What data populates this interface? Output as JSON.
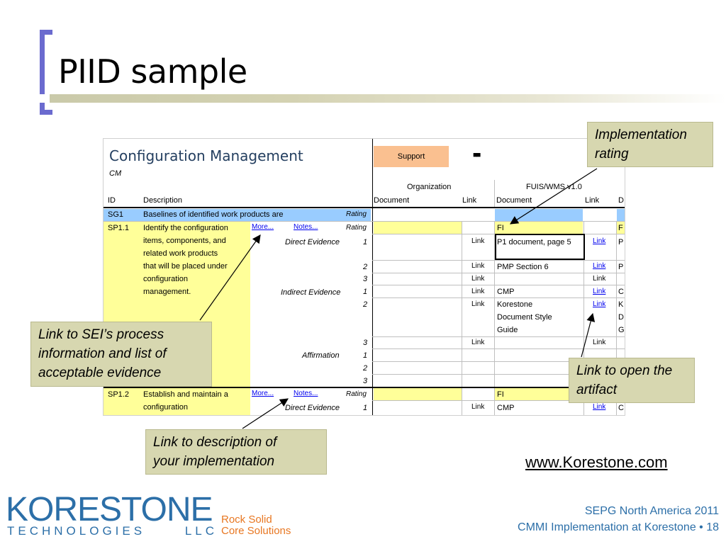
{
  "slide": {
    "title": "PIID sample",
    "url": "www.Korestone.com",
    "footer": {
      "line1": "SEPG North America 2011",
      "line2": "CMMI Implementation at Korestone • 18"
    },
    "logo": {
      "name": "KORESTONE",
      "sub_left": "TECHNOLOGIES",
      "sub_right": "LLC",
      "tagline1": "Rock Solid",
      "tagline2": "Core Solutions"
    }
  },
  "sheet": {
    "title": "Configuration Management",
    "subtitle": "CM",
    "support_label": "Support",
    "squares": "■■",
    "header": {
      "id": "ID",
      "description": "Description",
      "organization": "Organization",
      "project": "FUIS/WMS v1.0",
      "document": "Document",
      "link": "Link",
      "d_col": "D"
    },
    "rows": {
      "sg1_id": "SG1",
      "sg1_desc": "Baselines of identified work products are",
      "rating": "Rating",
      "sp11_id": "SP1.1",
      "sp11_desc": [
        "Identify the configuration",
        "items, components, and",
        "related work products",
        "that will be placed under",
        "configuration",
        "management."
      ],
      "more": "More...",
      "notes": "Notes...",
      "direct_evidence": "Direct Evidence",
      "indirect_evidence": "Indirect Evidence",
      "affirmation": "Affirmation",
      "n1": "1",
      "n2": "2",
      "n3": "3",
      "link": "Link",
      "fi": "FI",
      "f": "F",
      "doc_p1": "P1 document, page 5",
      "doc_pmp": "PMP Section 6",
      "doc_cmp": "CMP",
      "doc_kore": [
        "Korestone",
        "Document Style",
        "Guide"
      ],
      "d_p": "P",
      "d_c": "C",
      "d_k": [
        "K",
        "D",
        "G"
      ],
      "sp12_id": "SP1.2",
      "sp12_desc": [
        "Establish and maintain a",
        "configuration"
      ]
    }
  },
  "callouts": {
    "implementation_rating": [
      "Implementation",
      "rating"
    ],
    "sei_link": [
      "Link to SEI’s process",
      "information and list of",
      "acceptable evidence"
    ],
    "open_artifact": [
      "Link to open the",
      "artifact"
    ],
    "description_link": [
      "Link to description of",
      "your implementation"
    ]
  }
}
